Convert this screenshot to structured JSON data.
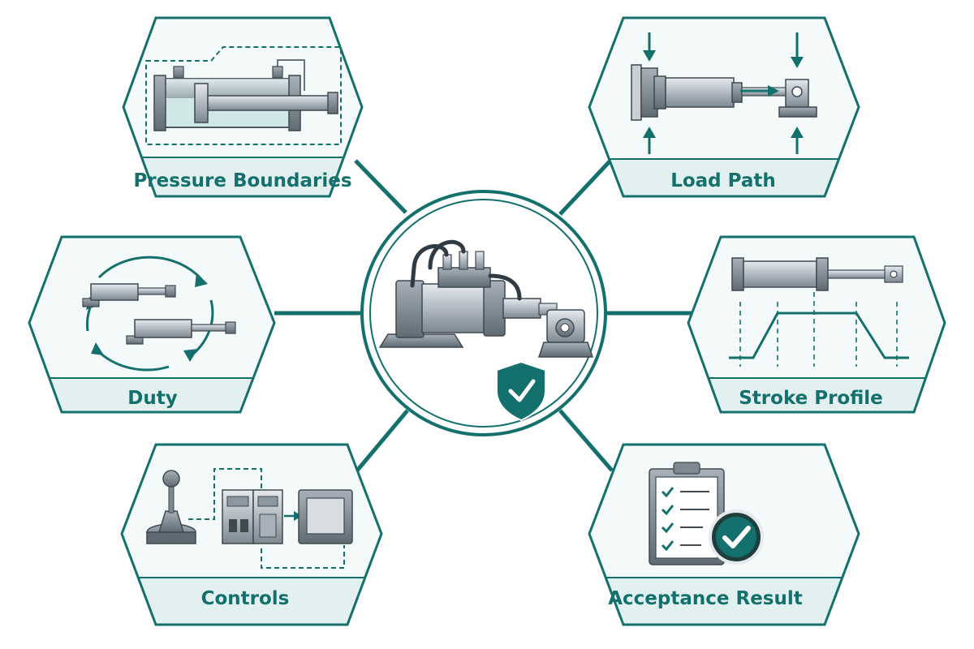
{
  "diagram": {
    "center": {
      "icon": "hydraulic-cylinder-with-shield-check-icon"
    },
    "nodes": [
      {
        "id": "pressure-boundaries",
        "label": "Pressure Boundaries",
        "icon": "cylinder-cutaway-icon"
      },
      {
        "id": "load-path",
        "label": "Load Path",
        "icon": "load-arrows-icon"
      },
      {
        "id": "duty",
        "label": "Duty",
        "icon": "cycle-arrows-icon"
      },
      {
        "id": "stroke-profile",
        "label": "Stroke Profile",
        "icon": "stroke-profile-graph-icon"
      },
      {
        "id": "controls",
        "label": "Controls",
        "icon": "joystick-controller-icon"
      },
      {
        "id": "acceptance-result",
        "label": "Acceptance Result",
        "icon": "clipboard-check-icon"
      }
    ]
  },
  "colors": {
    "accent": "#14706c",
    "panel_fill": "#f4f9f9",
    "label_band": "#e2f1f0",
    "steel": "#9aa4ad"
  }
}
